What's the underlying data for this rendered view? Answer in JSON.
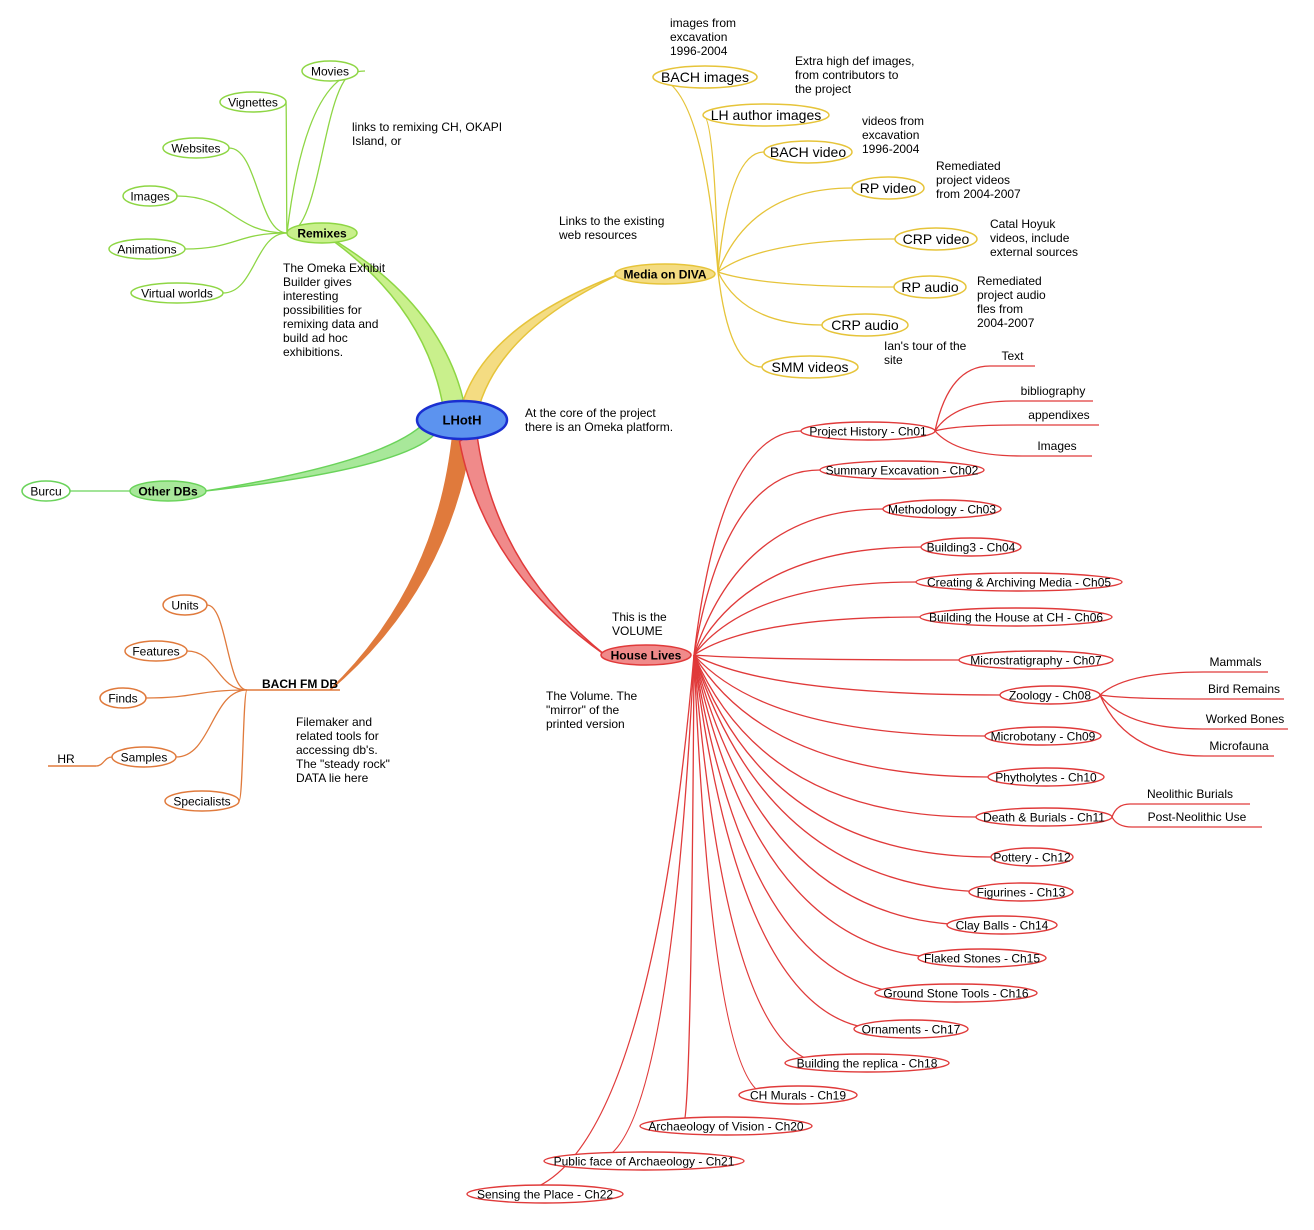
{
  "center": {
    "label": "LHotH",
    "note": [
      "At the core of the project",
      "there is an Omeka platform."
    ]
  },
  "branches": {
    "remixes": {
      "label": "Remixes",
      "color": "#8ed644",
      "fill": "#c9f08c",
      "children": [
        "Movies",
        "Vignettes",
        "Websites",
        "Images",
        "Animations",
        "Virtual worlds"
      ],
      "note_top": [
        "links to remixing CH, OKAPI",
        "Island, or"
      ],
      "note_bottom": [
        "The Omeka Exhibit",
        "Builder gives",
        "interesting",
        "possibilities for",
        "remixing data and",
        "build ad hoc",
        "exhibitions."
      ]
    },
    "media": {
      "label": "Media on DIVA",
      "color": "#e6c43a",
      "fill": "#f4dc82",
      "note": [
        "Links to the  existing",
        "web resources"
      ],
      "children": [
        {
          "label": "BACH images",
          "note": [
            "images from",
            "excavation",
            "1996-2004"
          ]
        },
        {
          "label": "LH author images",
          "note": [
            "Extra high def images,",
            "from contributors to",
            "the project"
          ]
        },
        {
          "label": "BACH video",
          "note": [
            "videos from",
            "excavation",
            "1996-2004"
          ]
        },
        {
          "label": "RP video",
          "note": [
            "Remediated",
            "project videos",
            "from 2004-2007"
          ]
        },
        {
          "label": "CRP video",
          "note": [
            "Catal Hoyuk",
            "videos, include",
            "external sources"
          ]
        },
        {
          "label": "RP audio",
          "note": [
            "Remediated",
            "project audio",
            "fles from",
            "2004-2007"
          ]
        },
        {
          "label": "CRP audio",
          "note": []
        },
        {
          "label": "SMM videos",
          "note": [
            "Ian's tour of the",
            "site"
          ]
        }
      ]
    },
    "otherdbs": {
      "label": "Other DBs",
      "color": "#6ad35a",
      "fill": "#a8e89a",
      "children": [
        "Burcu"
      ]
    },
    "bachfm": {
      "label": "BACH FM DB",
      "color": "#e07a3c",
      "children": [
        "Units",
        "Features",
        "Finds",
        "Samples",
        "Specialists"
      ],
      "sub": {
        "Samples": [
          "HR"
        ]
      },
      "note": [
        "Filemaker and",
        "related tools for",
        "accessing db's.",
        "The \"steady rock\"",
        "DATA lie here"
      ]
    },
    "house": {
      "label": "House Lives",
      "color": "#e03a3a",
      "fill": "#f08a8a",
      "note_top": [
        "This is the",
        "VOLUME"
      ],
      "note_bottom": [
        "The Volume. The",
        "\"mirror\" of the",
        "printed version"
      ],
      "children": [
        "Project History - Ch01",
        "Summary Excavation - Ch02",
        "Methodology - Ch03",
        "Building3 - Ch04",
        "Creating & Archiving Media - Ch05",
        "Building the House at CH - Ch06",
        "Microstratigraphy - Ch07",
        "Zoology - Ch08",
        "Microbotany - Ch09",
        "Phytholytes - Ch10",
        "Death & Burials - Ch11",
        "Pottery - Ch12",
        "Figurines - Ch13",
        "Clay Balls - Ch14",
        "Flaked Stones - Ch15",
        "Ground Stone Tools - Ch16",
        "Ornaments - Ch17",
        "Building  the replica - Ch18",
        "CH Murals - Ch19",
        "Archaeology of Vision - Ch20",
        "Public face of Archaeology - Ch21",
        "Sensing the Place - Ch22"
      ],
      "sub": {
        "Project History - Ch01": [
          "Text",
          "bibliography",
          "appendixes",
          "Images"
        ],
        "Zoology - Ch08": [
          "Mammals",
          "Bird Remains",
          "Worked Bones",
          "Microfauna"
        ],
        "Death & Burials - Ch11": [
          "Neolithic Burials",
          "Post-Neolithic Use"
        ]
      }
    }
  }
}
